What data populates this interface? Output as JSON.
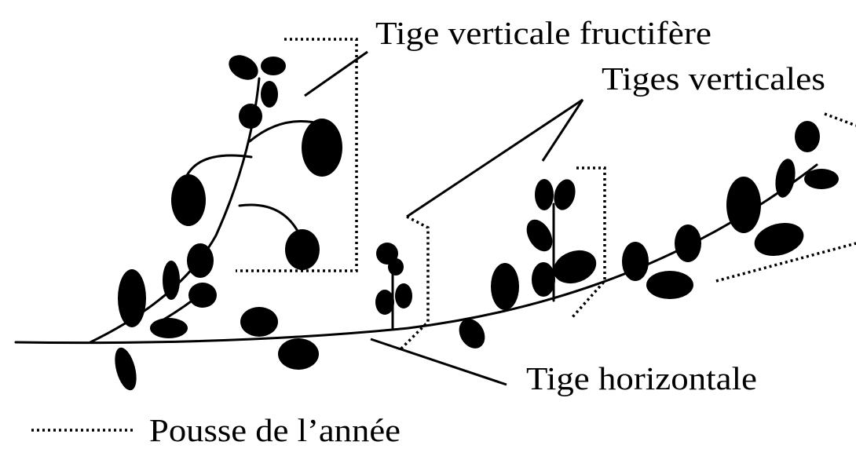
{
  "labels": {
    "fruiting_stem": "Tige verticale fructifère",
    "vertical_stems": "Tiges verticales",
    "horizontal_stem": "Tige horizontale",
    "legend_annual_growth": "Pousse de l’année"
  },
  "legend": {
    "symbol": "dotted-line"
  },
  "colors": {
    "ink": "#000000",
    "background": "#ffffff"
  }
}
